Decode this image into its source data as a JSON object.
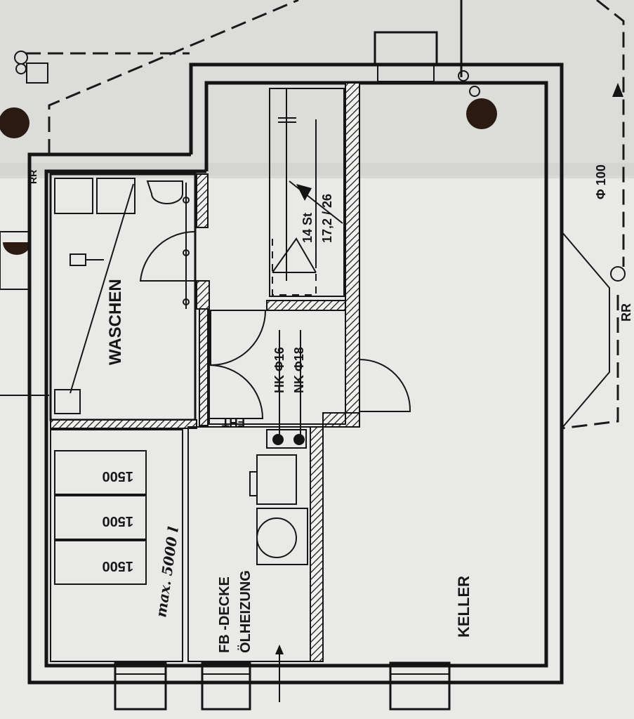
{
  "rooms": {
    "waschen": "WASCHEN",
    "keller": "KELLER",
    "fb_decke": "FB -DECKE",
    "oelheizung": "ÖLHEIZUNG"
  },
  "stair": {
    "count_label": "14 St",
    "ratio_label": "17,2 / 26"
  },
  "pipes": {
    "hk": "HK Φ16",
    "nk": "NK Φ18",
    "fht": "FHT"
  },
  "tanks": {
    "tank_1": "1500",
    "tank_2": "1500",
    "tank_3": "1500",
    "max_note": "max. 5000 l"
  },
  "drain": {
    "rr_right": "RR",
    "rr_left": "RR",
    "diameter": "Φ 100"
  }
}
